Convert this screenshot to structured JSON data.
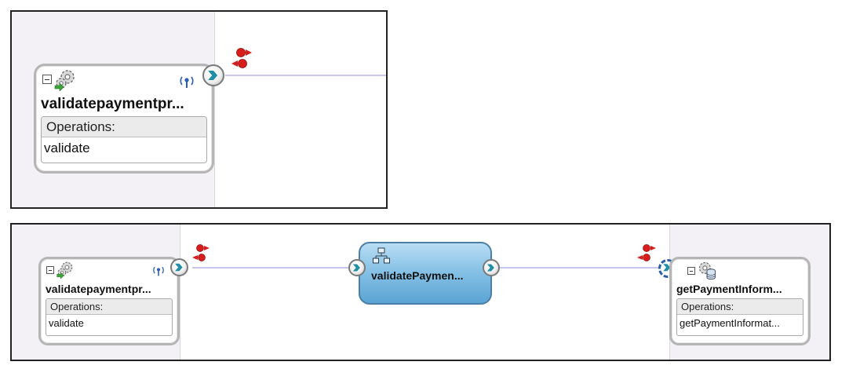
{
  "top_diagram": {
    "service": {
      "name": "validatepaymentpr...",
      "operations_label": "Operations:",
      "operation": "validate"
    }
  },
  "bottom_diagram": {
    "exposed_service": {
      "name": "validatepaymentpr...",
      "operations_label": "Operations:",
      "operation": "validate"
    },
    "component": {
      "name": "validatePaymen..."
    },
    "external_reference": {
      "name": "getPaymentInform...",
      "operations_label": "Operations:",
      "operation": "getPaymentInformat..."
    }
  },
  "icons": [
    "collapse-icon",
    "gear-icon",
    "web-service-icon",
    "port-chevron-icon",
    "fault-indicator-icon",
    "bpel-process-icon",
    "database-adapter-icon"
  ],
  "colors": {
    "wire": "#c6c6ee",
    "port_chevron": "#1e8fa6",
    "fault_red": "#d81d1d",
    "component_blue": "#5aa4d4",
    "lane_background": "#f4f1f6"
  }
}
